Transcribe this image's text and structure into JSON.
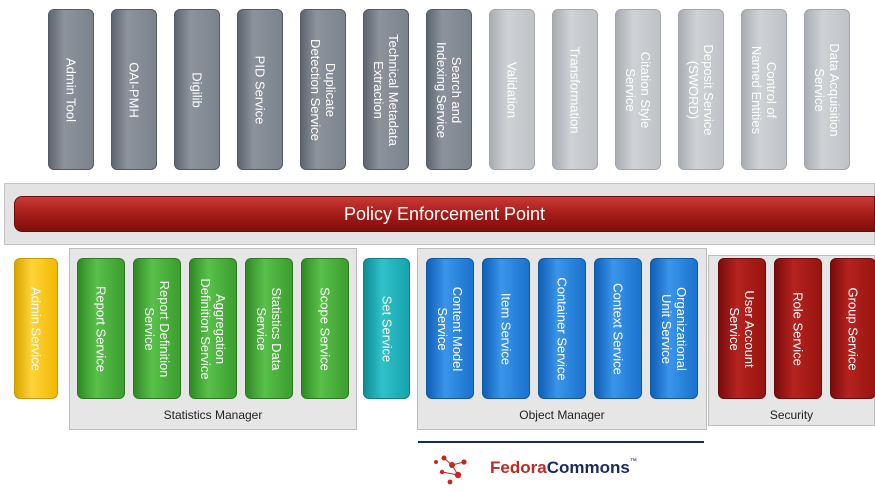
{
  "top_services": [
    {
      "label": "Admin Tool",
      "state": "active"
    },
    {
      "label": "OAI-PMH",
      "state": "active"
    },
    {
      "label": "Digilib",
      "state": "active"
    },
    {
      "label": "PID Service",
      "state": "active"
    },
    {
      "label": "Duplicate\nDetection Service",
      "state": "active"
    },
    {
      "label": "Technical Metadata\nExtraction",
      "state": "active"
    },
    {
      "label": "Search and\nIndexing Service",
      "state": "active"
    },
    {
      "label": "Validation",
      "state": "planned"
    },
    {
      "label": "Transformation",
      "state": "planned"
    },
    {
      "label": "Citation Style\nService",
      "state": "planned"
    },
    {
      "label": "Deposit Service\n(SWORD)",
      "state": "planned"
    },
    {
      "label": "Control of\nNamed Entities",
      "state": "planned"
    },
    {
      "label": "Data Acquisition\nService",
      "state": "planned"
    }
  ],
  "policy_bar": {
    "label": "Policy Enforcement Point",
    "color": "#a51d19"
  },
  "admin_service": {
    "label": "Admin Service",
    "color": "#ffd43a"
  },
  "statistics_manager": {
    "label": "Statistics Manager",
    "color": "#3b9e2e",
    "services": [
      "Report Service",
      "Report Definition\nService",
      "Aggregation\nDefinition Service",
      "Statistics Data\nService",
      "Scope Service"
    ]
  },
  "set_service": {
    "label": "Set Service",
    "color": "#17a3ad"
  },
  "object_manager": {
    "label": "Object Manager",
    "color": "#1a72cc",
    "services": [
      "Content Model\nService",
      "Item Service",
      "Container Service",
      "Context Service",
      "Organizational\nUnit Service"
    ]
  },
  "security": {
    "label": "Security",
    "color": "#98140f",
    "services": [
      "User Account\nService",
      "Role Service",
      "Group Service"
    ]
  },
  "logo": {
    "part1": "Fedora",
    "part2": "Commons",
    "tm": "™",
    "icon": "fedora-commons-logo-icon"
  }
}
